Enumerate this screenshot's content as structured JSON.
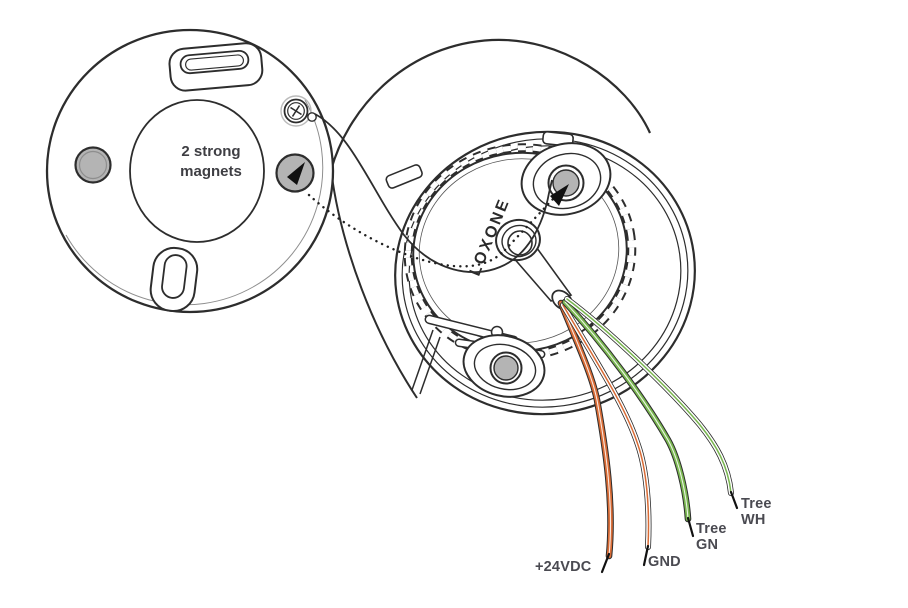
{
  "diagram": {
    "baseplate": {
      "annotation": "2 strong\nmagnets"
    },
    "device": {
      "brand": "LOXONE"
    },
    "wires": [
      {
        "name": "power-24vdc",
        "label": "+24VDC",
        "color": "#d86b35",
        "style": "solid-orange"
      },
      {
        "name": "ground",
        "label": "GND",
        "color": "#d86b35",
        "style": "white-orange-stripe"
      },
      {
        "name": "tree-green",
        "label": "Tree\nGN",
        "color": "#79b650",
        "style": "solid-green"
      },
      {
        "name": "tree-white",
        "label": "Tree\nWH",
        "color": "#79b650",
        "style": "white-green-stripe"
      }
    ],
    "colors": {
      "line": "#2d2d2d",
      "magnet_fill": "#b4b4b4",
      "label_text": "#4a4a51",
      "wire_orange": "#d86b35",
      "wire_green": "#79b650"
    }
  }
}
